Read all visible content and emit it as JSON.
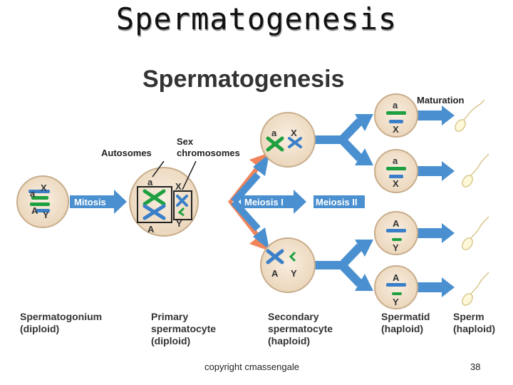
{
  "slide": {
    "title": "Spermatogenesis"
  },
  "diagram": {
    "title": "Spermatogenesis",
    "labels": {
      "autosomes": "Autosomes",
      "sex_chromosomes": "Sex\nchromosomes",
      "maturation": "Maturation",
      "mitosis": "Mitosis",
      "meiosis1": "Meiosis I",
      "meiosis2": "Meiosis II"
    },
    "letters": {
      "a": "a",
      "A": "A",
      "X": "X",
      "Y": "Y"
    },
    "stages": [
      {
        "name": "Spermatogonium",
        "ploidy": "(diploid)"
      },
      {
        "name": "Primary\nspermatocyte",
        "ploidy": "(diploid)"
      },
      {
        "name": "Secondary\nspermatocyte",
        "ploidy": "(haploid)"
      },
      {
        "name": "Spermatid",
        "ploidy": "(haploid)"
      },
      {
        "name": "Sperm",
        "ploidy": "(haploid)"
      }
    ],
    "colors": {
      "cell_fill": "#f3e6d3",
      "cell_stroke": "#c8ad8c",
      "arrow_blue": "#4a90d0",
      "arrow_orange": "#f0845a",
      "chromosome_green": "#1fa040",
      "chromosome_blue": "#3a7fc8"
    }
  },
  "footer": {
    "copyright": "copyright cmassengale",
    "page_number": "38"
  }
}
